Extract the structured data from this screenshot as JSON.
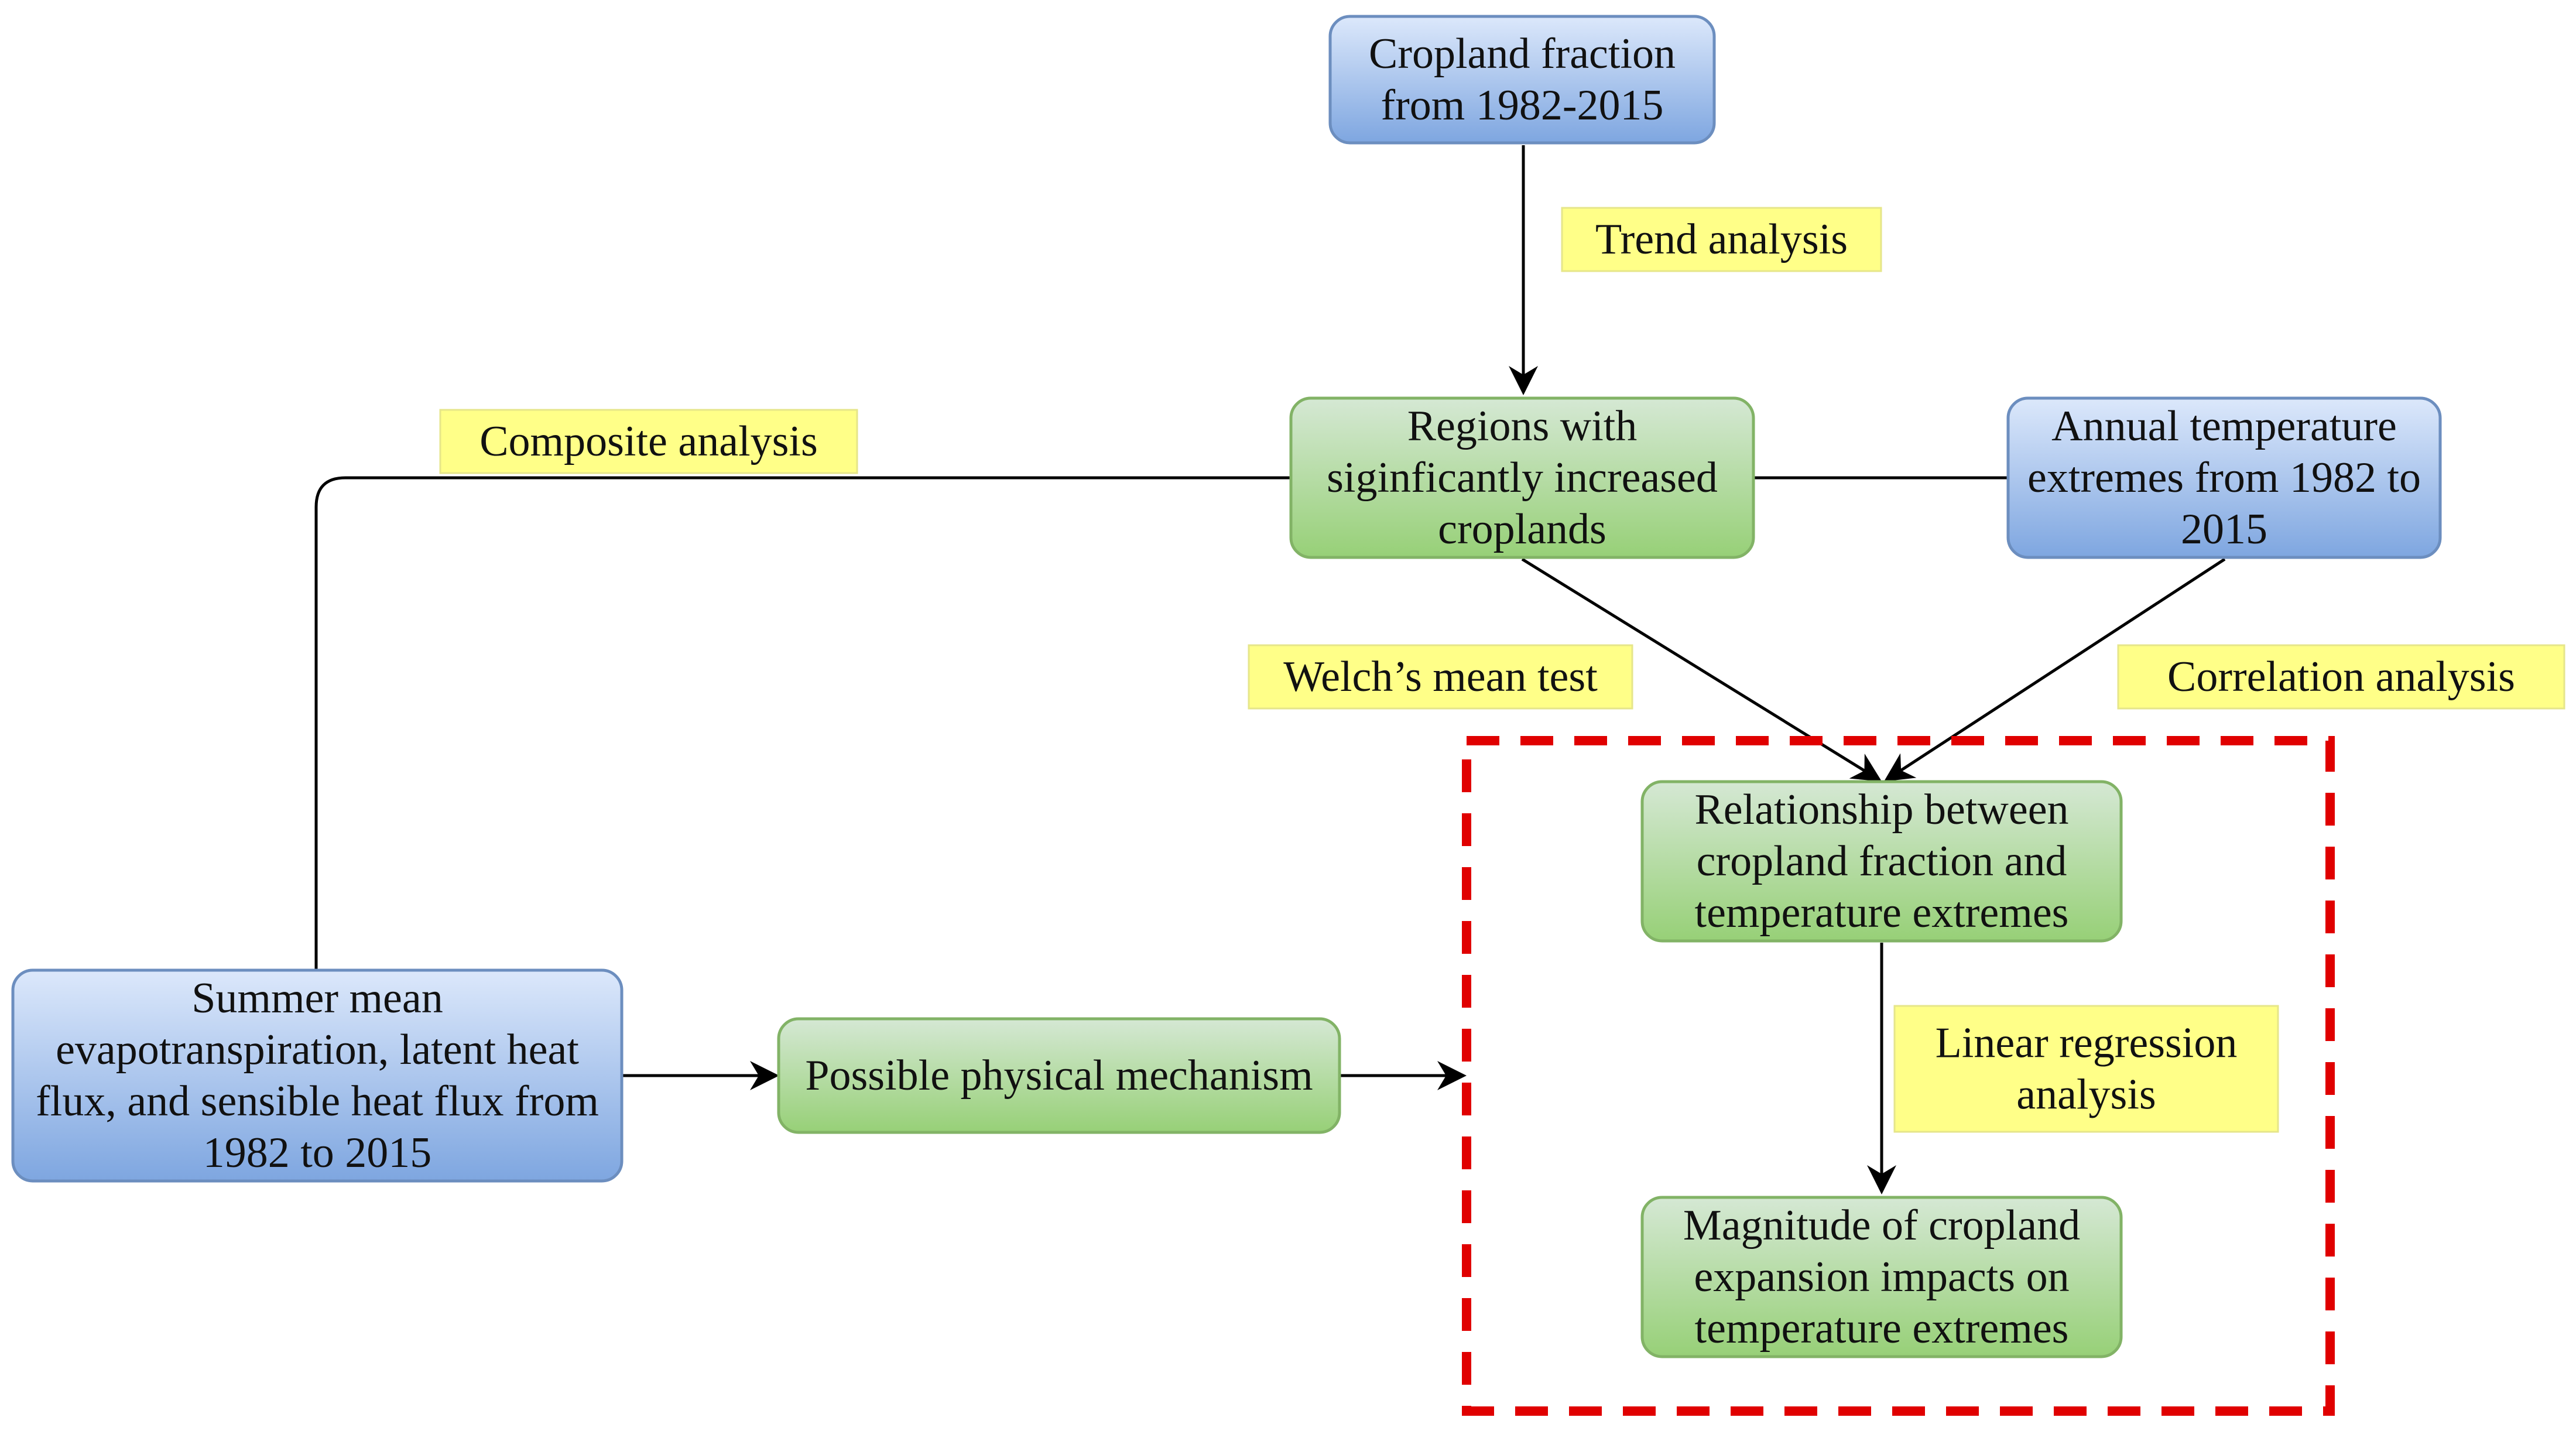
{
  "colors": {
    "blue_top": "#dce8fb",
    "blue_bottom": "#7ea6e0",
    "blue_stroke": "#6c8ebf",
    "green_top": "#d5e8d4",
    "green_bottom": "#97d077",
    "green_stroke": "#82b366",
    "label_fill": "#ffff88",
    "label_stroke": "#e6e68a",
    "dashed_border": "#e00000",
    "line": "#000000"
  },
  "nodes": {
    "cropland_fraction": [
      "Cropland fraction",
      "from 1982-2015"
    ],
    "regions": [
      "Regions with",
      "siginficantly increased",
      "croplands"
    ],
    "annual_extremes": [
      "Annual temperature",
      "extremes from 1982 to",
      "2015"
    ],
    "summer_mean": [
      "Summer mean",
      "evapotranspiration, latent heat",
      "flux, and sensible heat flux from",
      "1982 to 2015"
    ],
    "physical_mechanism": [
      "Possible physical mechanism"
    ],
    "relationship": [
      "Relationship between",
      "cropland fraction and",
      "temperature extremes"
    ],
    "magnitude": [
      "Magnitude of cropland",
      "expansion impacts on",
      "temperature extremes"
    ]
  },
  "edge_labels": {
    "trend": [
      "Trend analysis"
    ],
    "composite": [
      "Composite analysis"
    ],
    "welch": [
      "Welch’s mean test"
    ],
    "correlation": [
      "Correlation analysis"
    ],
    "regression": [
      "Linear regression",
      "analysis"
    ]
  }
}
